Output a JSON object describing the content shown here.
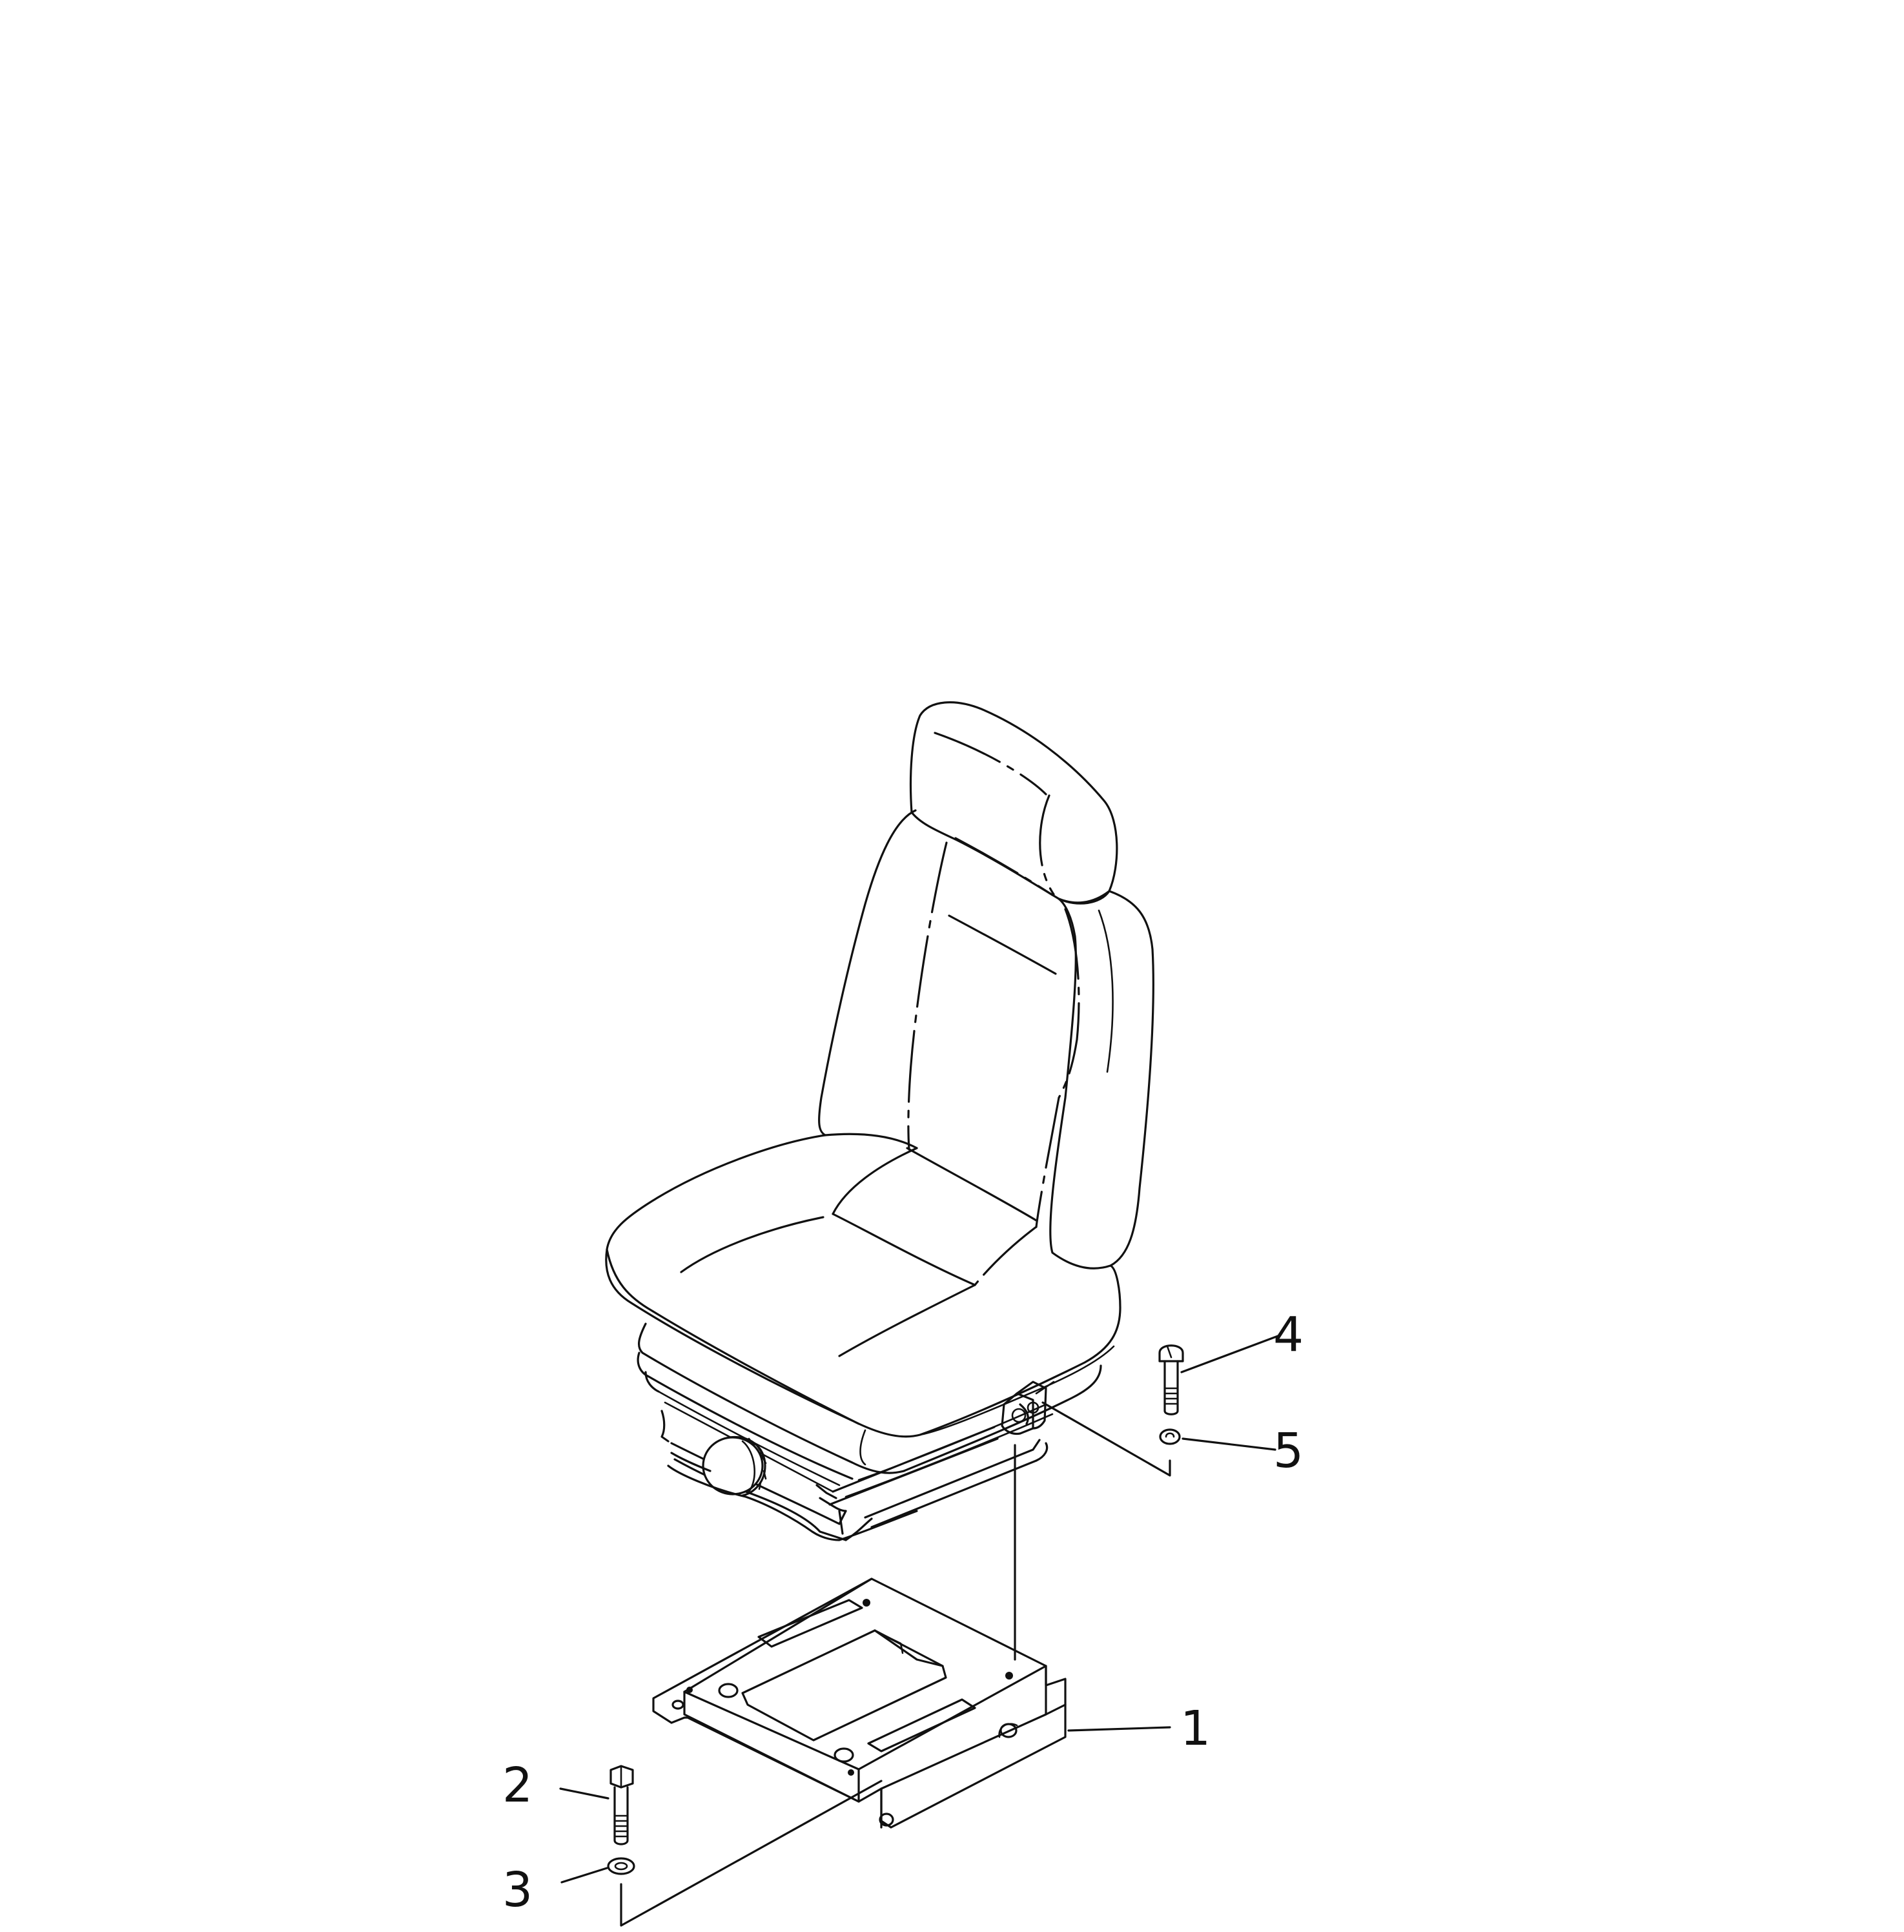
{
  "diagram": {
    "callouts": [
      {
        "id": "1",
        "label": "1",
        "part": "seat-mount-bracket"
      },
      {
        "id": "2",
        "label": "2",
        "part": "bolt"
      },
      {
        "id": "3",
        "label": "3",
        "part": "washer"
      },
      {
        "id": "4",
        "label": "4",
        "part": "bolt"
      },
      {
        "id": "5",
        "label": "5",
        "part": "washer"
      }
    ]
  }
}
